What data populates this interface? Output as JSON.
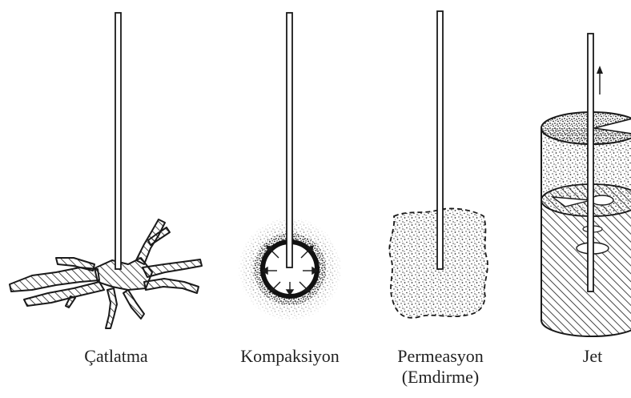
{
  "panels": [
    {
      "id": "catlatma",
      "label": "Çatlatma",
      "label2": ""
    },
    {
      "id": "kompaksiyon",
      "label": "Kompaksiyon",
      "label2": ""
    },
    {
      "id": "permeasyon",
      "label": "Permeasyon",
      "label2": "(Emdirme)"
    },
    {
      "id": "jet",
      "label": "Jet",
      "label2": ""
    }
  ],
  "colors": {
    "ink": "#1a1a1a",
    "stipple": "#333333",
    "background": "#ffffff"
  }
}
